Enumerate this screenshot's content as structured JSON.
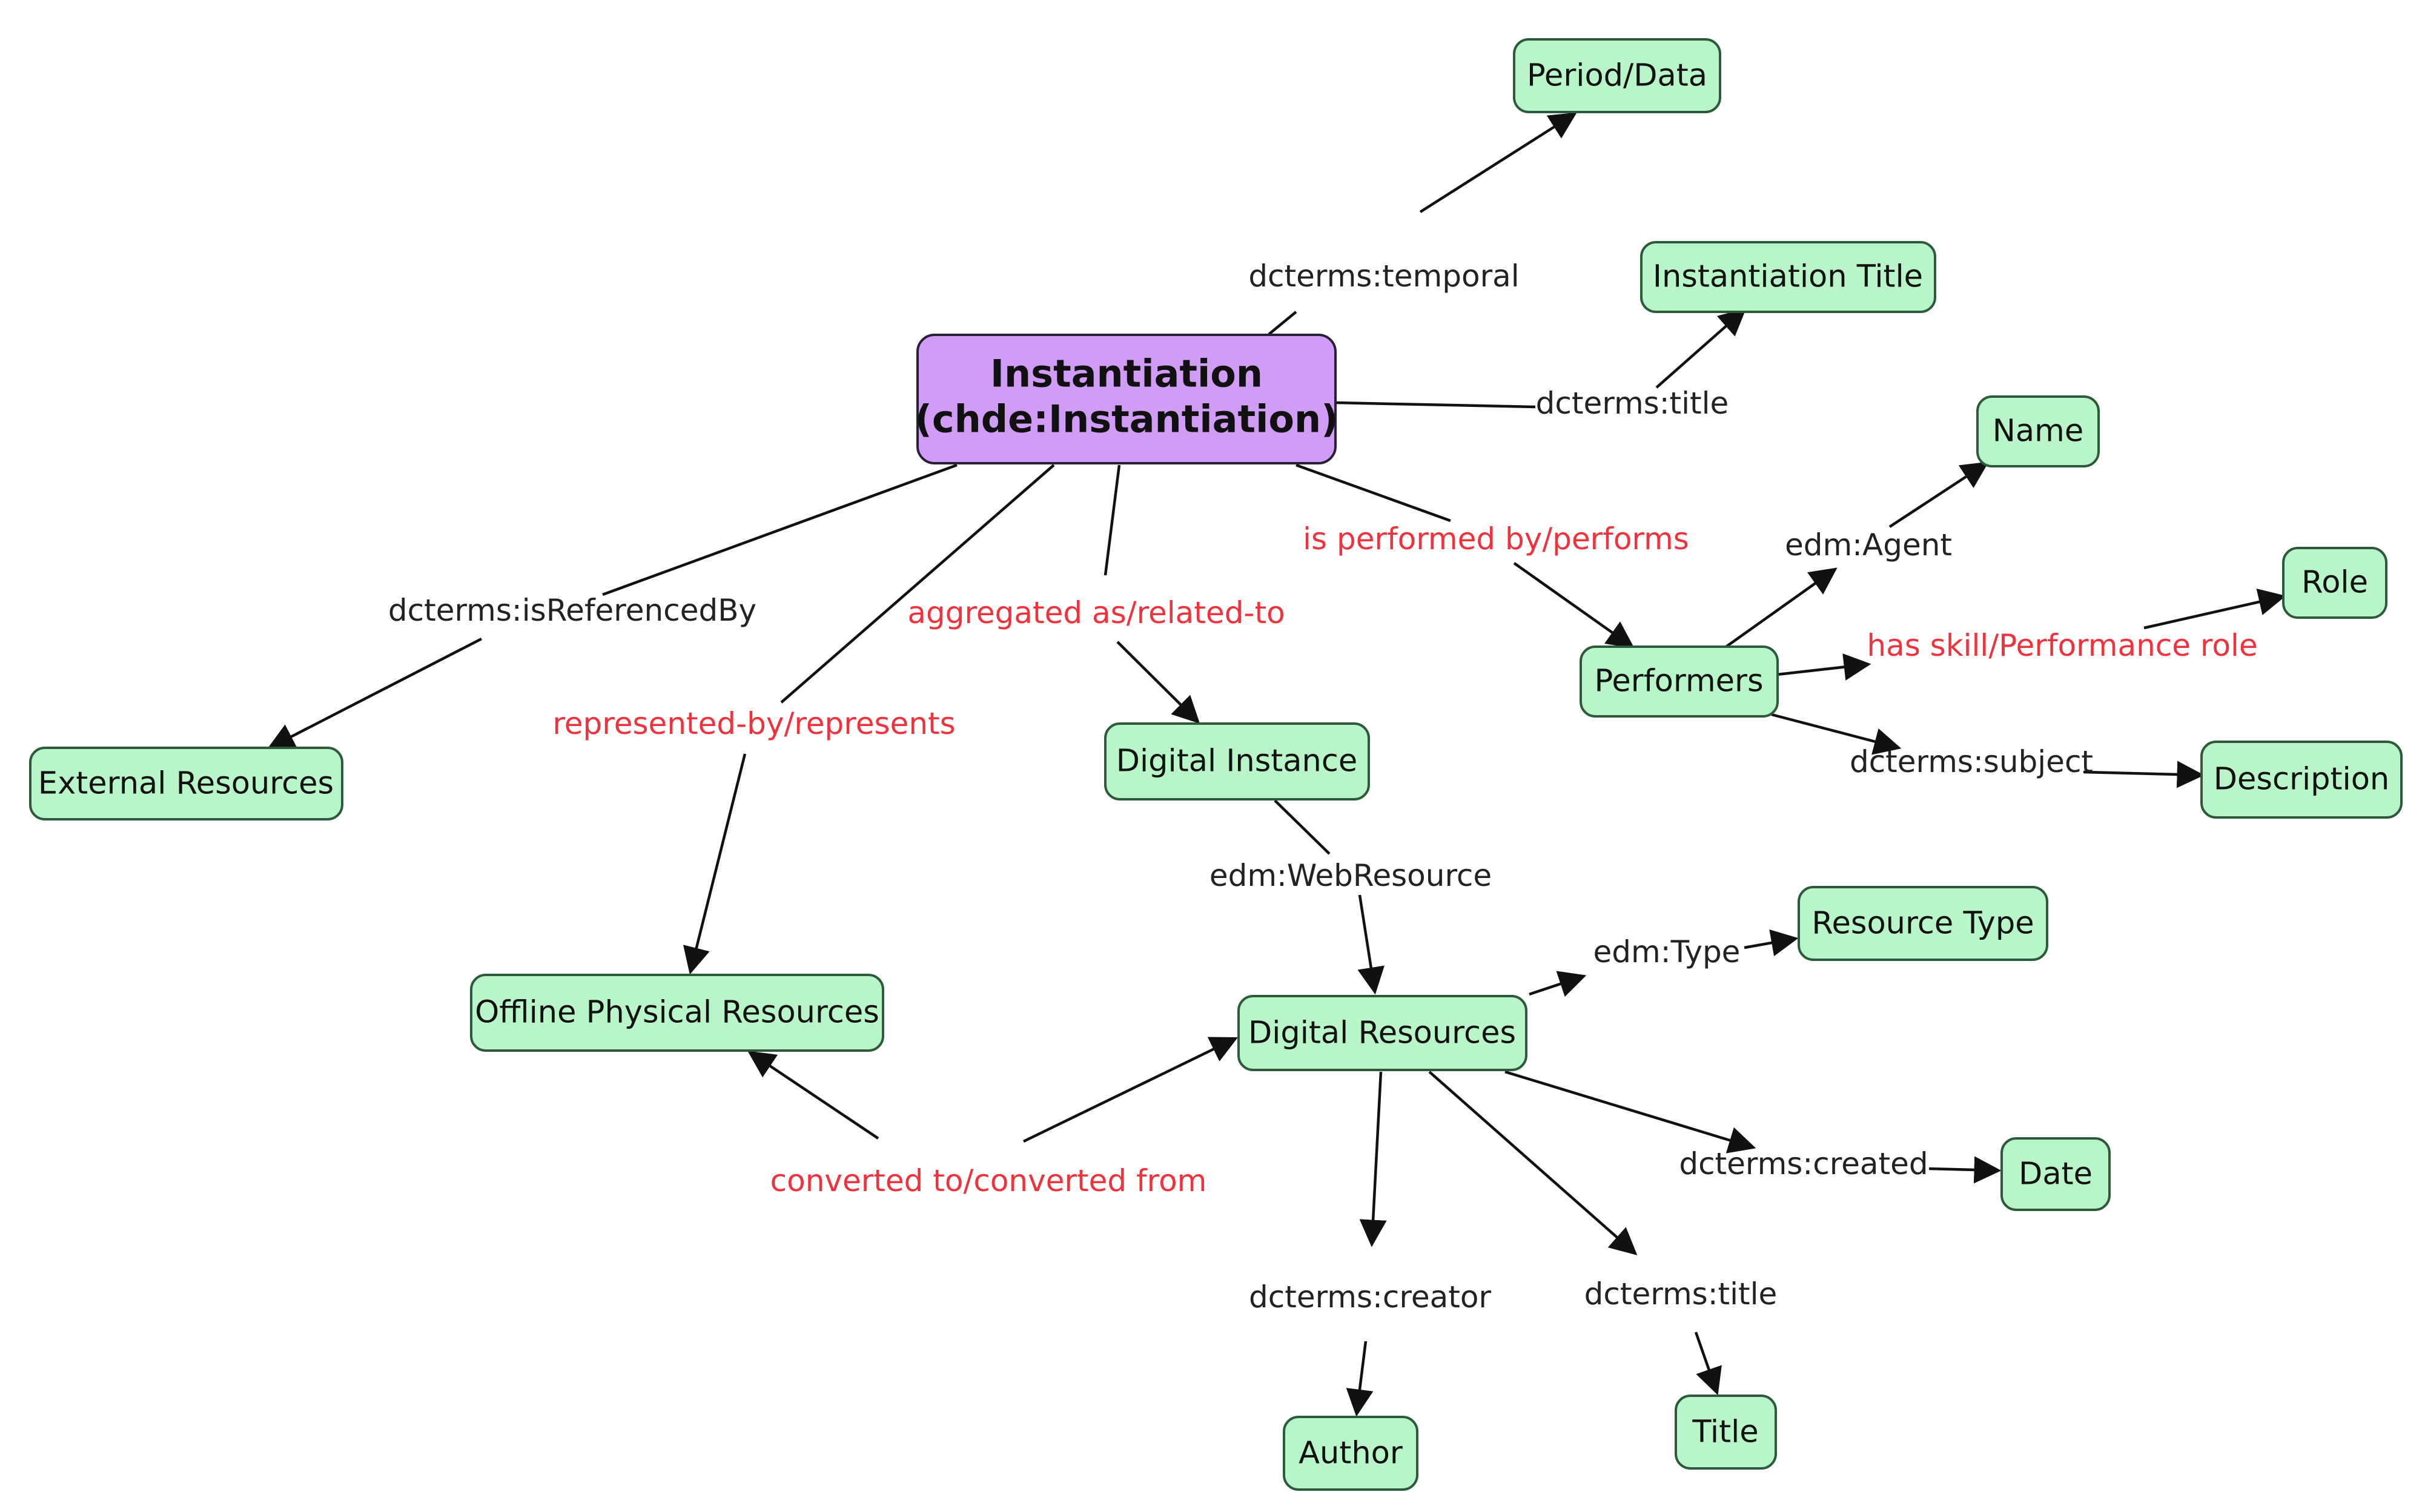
{
  "nodes": {
    "instantiation": {
      "lines": [
        "Instantiation",
        "(chde:Instantiation)"
      ]
    },
    "period_data": {
      "lines": [
        "Period/Data"
      ]
    },
    "instantiation_title": {
      "lines": [
        "Instantiation Title"
      ]
    },
    "name": {
      "lines": [
        "Name"
      ]
    },
    "role": {
      "lines": [
        "Role"
      ]
    },
    "performers": {
      "lines": [
        "Performers"
      ]
    },
    "description": {
      "lines": [
        "Description"
      ]
    },
    "external_resources": {
      "lines": [
        "External Resources"
      ]
    },
    "digital_instance": {
      "lines": [
        "Digital Instance"
      ]
    },
    "offline_physical_resources": {
      "lines": [
        "Offline Physical Resources"
      ]
    },
    "digital_resources": {
      "lines": [
        "Digital Resources"
      ]
    },
    "resource_type": {
      "lines": [
        "Resource Type"
      ]
    },
    "date": {
      "lines": [
        "Date"
      ]
    },
    "author": {
      "lines": [
        "Author"
      ]
    },
    "title": {
      "lines": [
        "Title"
      ]
    }
  },
  "edge_labels": {
    "temporal": {
      "text": "dcterms:temporal",
      "color": "black"
    },
    "title_top": {
      "text": "dcterms:title",
      "color": "black"
    },
    "performed_by": {
      "text": "is performed by/performs",
      "color": "red"
    },
    "agent": {
      "text": "edm:Agent",
      "color": "black"
    },
    "skill": {
      "text": "has skill/Performance role",
      "color": "red"
    },
    "subject": {
      "text": "dcterms:subject",
      "color": "black"
    },
    "referenced_by": {
      "text": "dcterms:isReferencedBy",
      "color": "black"
    },
    "aggregated": {
      "text": "aggregated as/related-to",
      "color": "red"
    },
    "represented_by": {
      "text": "represented-by/represents",
      "color": "red"
    },
    "web_resource": {
      "text": "edm:WebResource",
      "color": "black"
    },
    "type": {
      "text": "edm:Type",
      "color": "black"
    },
    "converted": {
      "text": "converted to/converted from",
      "color": "red"
    },
    "created": {
      "text": "dcterms:created",
      "color": "black"
    },
    "creator": {
      "text": "dcterms:creator",
      "color": "black"
    },
    "title_bottom": {
      "text": "dcterms:title",
      "color": "black"
    }
  },
  "colors": {
    "node_fill": "#b8f5c8",
    "main_node_fill": "#d09cf6",
    "relation_red": "#f0323c",
    "relation_black": "#222222"
  }
}
